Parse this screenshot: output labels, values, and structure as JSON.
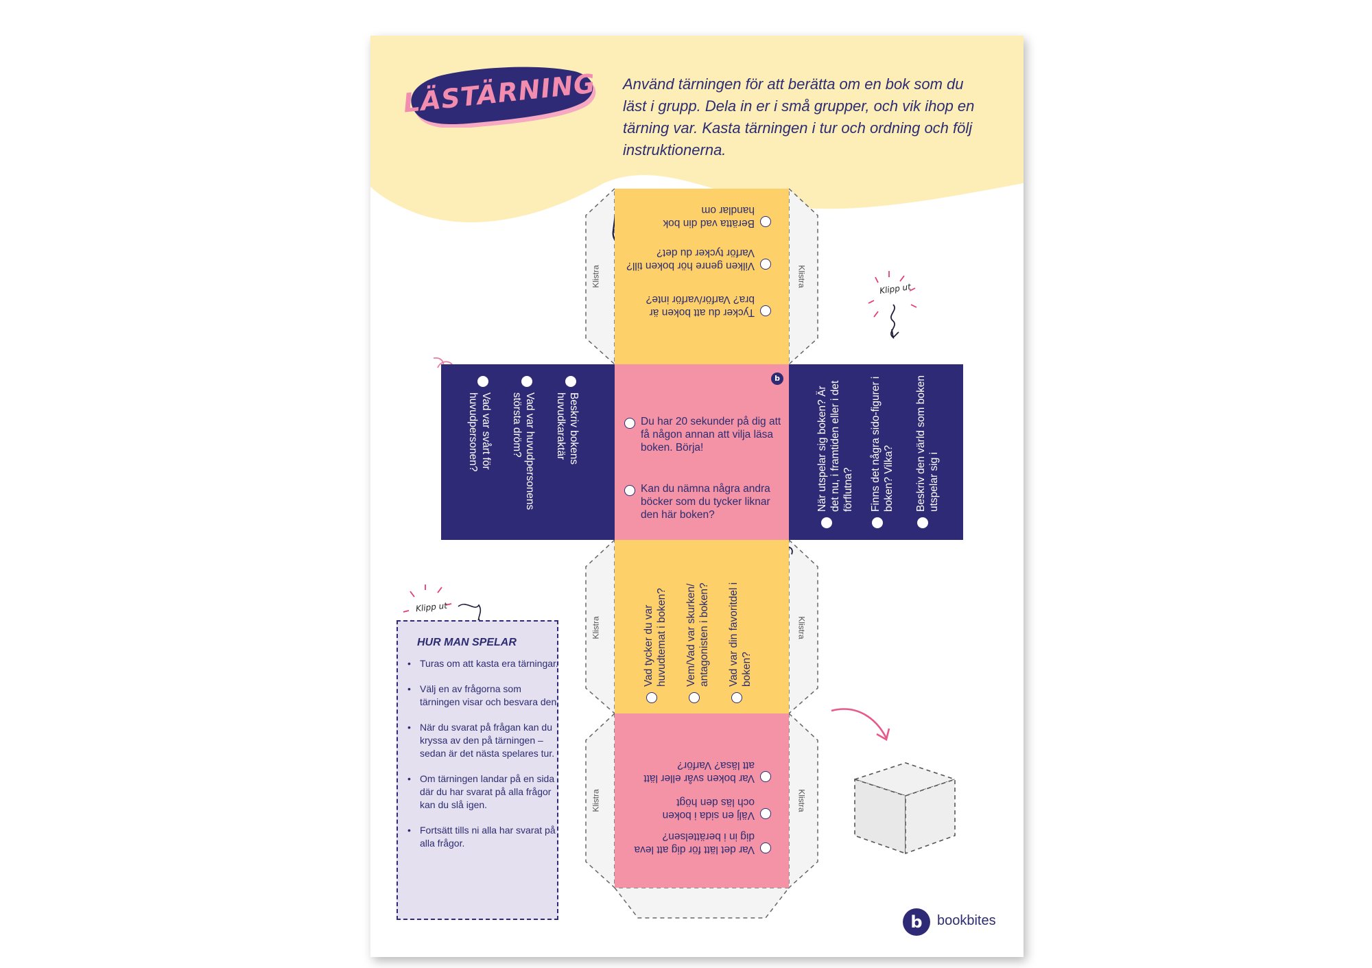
{
  "title": "LÄSTÄRNING",
  "intro": "Använd tärningen för att berätta om en bok som du läst i grupp. Dela in er i små grupper, och vik ihop en tärning var. Kasta tärningen i tur och ordning och följ instruktionerna.",
  "flap_label": "Klistra",
  "cut_label": "Klipp ut",
  "colors": {
    "yellow": "#fdd06a",
    "pink": "#f393a5",
    "navy": "#2e2a75",
    "cream": "#fdeeb8",
    "flap": "#f4f4f4"
  },
  "faces": {
    "top": {
      "questions": [
        "Tycker du att boken är bra? Varför/varför inte?",
        "Vilken genre hör boken till? Varför tycker du det?",
        "Berätta vad din bok handlar om"
      ]
    },
    "left": {
      "questions": [
        "Beskriv bokens huvudkaraktär",
        "Vad var huvudpersonens största dröm?",
        "Vad var svårt för huvudpersonen?"
      ]
    },
    "center": {
      "questions": [
        "Du har 20 sekunder på dig att få någon annan att vilja läsa boken. Börja!",
        "Kan du nämna några andra böcker som du tycker liknar den här boken?"
      ]
    },
    "right": {
      "questions": [
        "När utspelar sig boken? Är det nu, i framtiden eller i det förflutna?",
        "Finns det några sido-figurer i boken? Vilka?",
        "Beskriv den värld som boken utspelar sig i"
      ]
    },
    "lower": {
      "questions": [
        "Vad tycker du var huvudtemat i boken?",
        "Vem/Vad var skurken/ antagonisten i boken?",
        "Vad var din favoritdel i boken?"
      ]
    },
    "bottom": {
      "questions": [
        "Var det lätt för dig att leva dig in i berättelsen?",
        "Välj en sida i boken och läs den högt",
        "Var boken svår eller lätt att läsa? Varför?"
      ]
    }
  },
  "how_to": {
    "title": "HUR MAN SPELAR",
    "steps": [
      "Turas om att kasta era tärningar.",
      "Välj en av frågorna som tärningen visar och besvara den.",
      "När du svarat på frågan kan du kryssa av den på tärningen – sedan är det nästa spelares tur.",
      "Om tärningen landar på en sida där du har svarat på alla frågor kan du slå igen.",
      "Fortsätt tills ni alla har svarat på alla frågor."
    ]
  },
  "brand": {
    "name": "bookbites",
    "mark": "b"
  },
  "icons": [
    "thumbs-down-icon",
    "thumbs-up-icon",
    "watch-icon",
    "question-mark-icon",
    "scissors-icon",
    "arrow-icon",
    "cube-icon",
    "star-icon",
    "camera-icon"
  ]
}
